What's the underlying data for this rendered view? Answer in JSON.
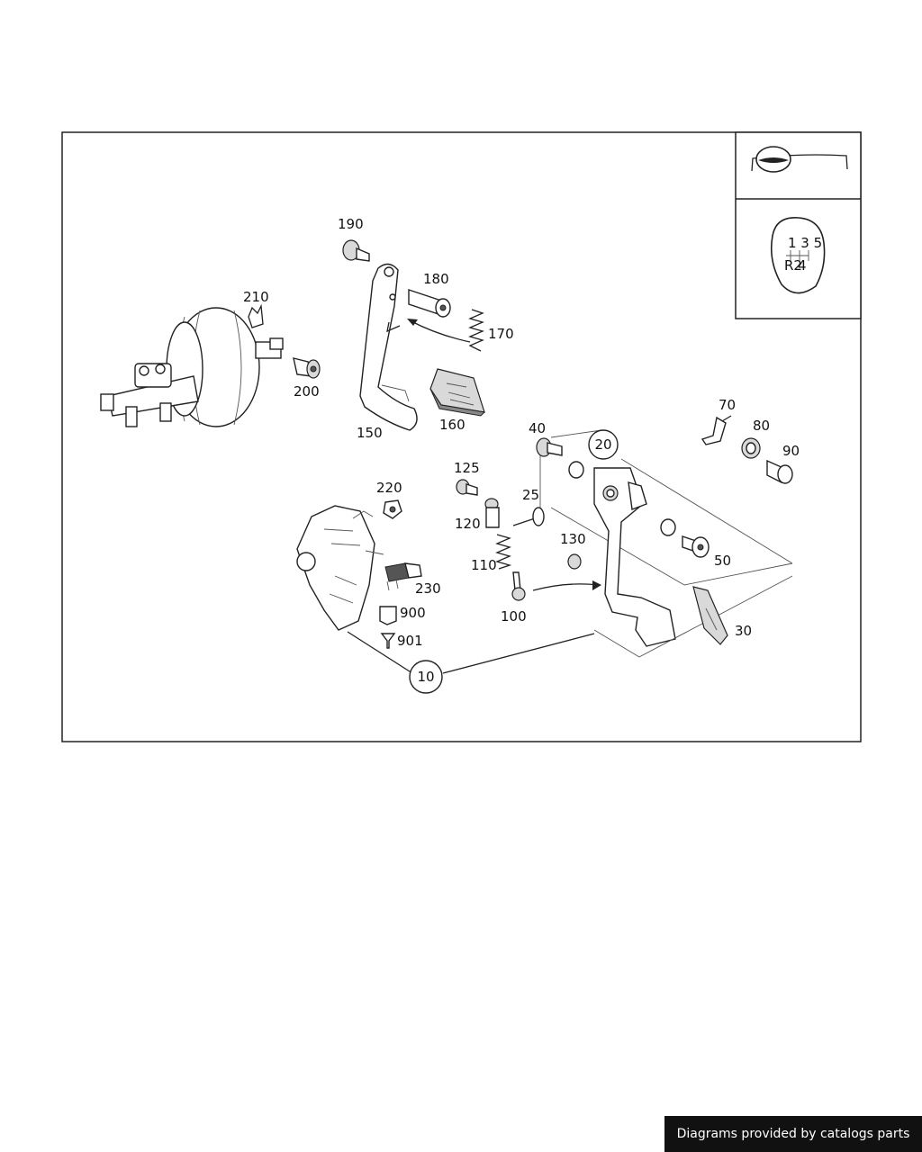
{
  "labels": {
    "p190": "190",
    "p180": "180",
    "p170": "170",
    "p210": "210",
    "p200": "200",
    "p150": "150",
    "p160": "160",
    "p70": "70",
    "p80": "80",
    "p90": "90",
    "p40": "40",
    "p20": "20",
    "p125": "125",
    "p25": "25",
    "p220": "220",
    "p120": "120",
    "p130": "130",
    "p110": "110",
    "p50": "50",
    "p230": "230",
    "p900": "900",
    "p100": "100",
    "p901": "901",
    "p30": "30",
    "p10": "10"
  },
  "gear_pattern": {
    "top": "1 3 5",
    "bottom_left": "R2",
    "bottom_right": "4"
  },
  "credit": "Diagrams provided by catalogs parts"
}
